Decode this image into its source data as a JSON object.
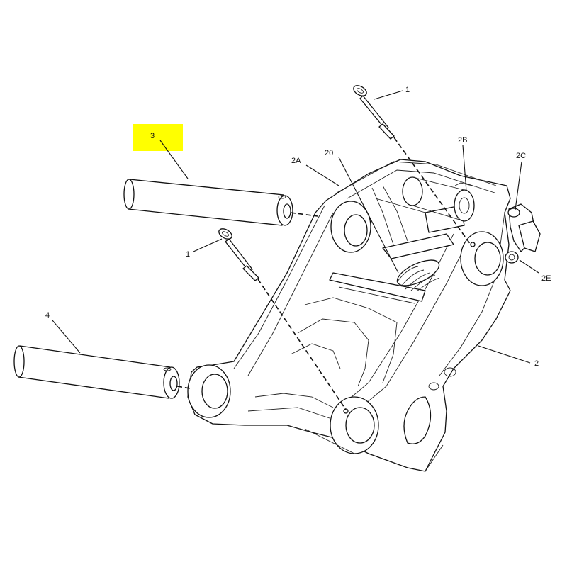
{
  "callouts": {
    "pin_1_top": "1",
    "pin_1_left": "1",
    "pin_3": "3",
    "pin_4": "4",
    "frame_2": "2",
    "part_2a": "2A",
    "part_2b": "2B",
    "part_2c": "2C",
    "part_2e": "2E",
    "part_20": "20"
  },
  "highlight_color": "#ffff00"
}
